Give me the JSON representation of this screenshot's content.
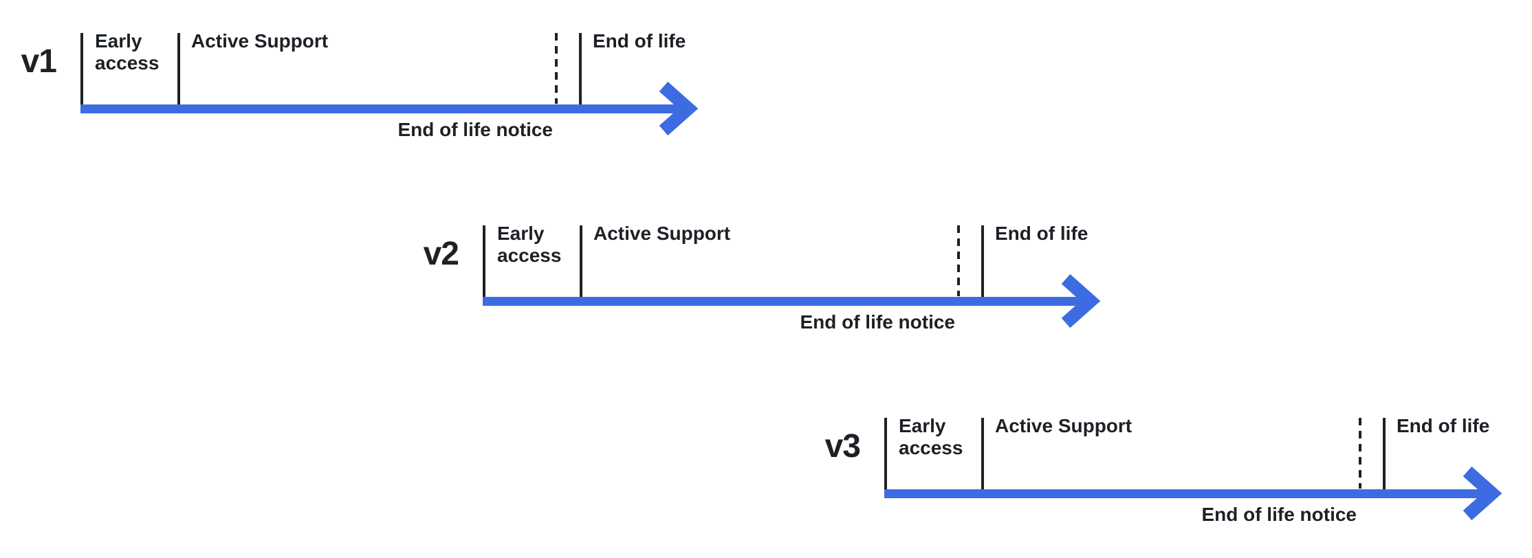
{
  "colors": {
    "accent_blue": "#3d6ce2",
    "text_black": "#1d2126"
  },
  "timelines": [
    {
      "version": "v1",
      "phases": {
        "early_access": "Early access",
        "active_support": "Active Support",
        "end_of_life": "End of life"
      },
      "notice": "End of life notice"
    },
    {
      "version": "v2",
      "phases": {
        "early_access": "Early access",
        "active_support": "Active Support",
        "end_of_life": "End of life"
      },
      "notice": "End of life notice"
    },
    {
      "version": "v3",
      "phases": {
        "early_access": "Early access",
        "active_support": "Active Support",
        "end_of_life": "End of life"
      },
      "notice": "End of life notice"
    }
  ]
}
